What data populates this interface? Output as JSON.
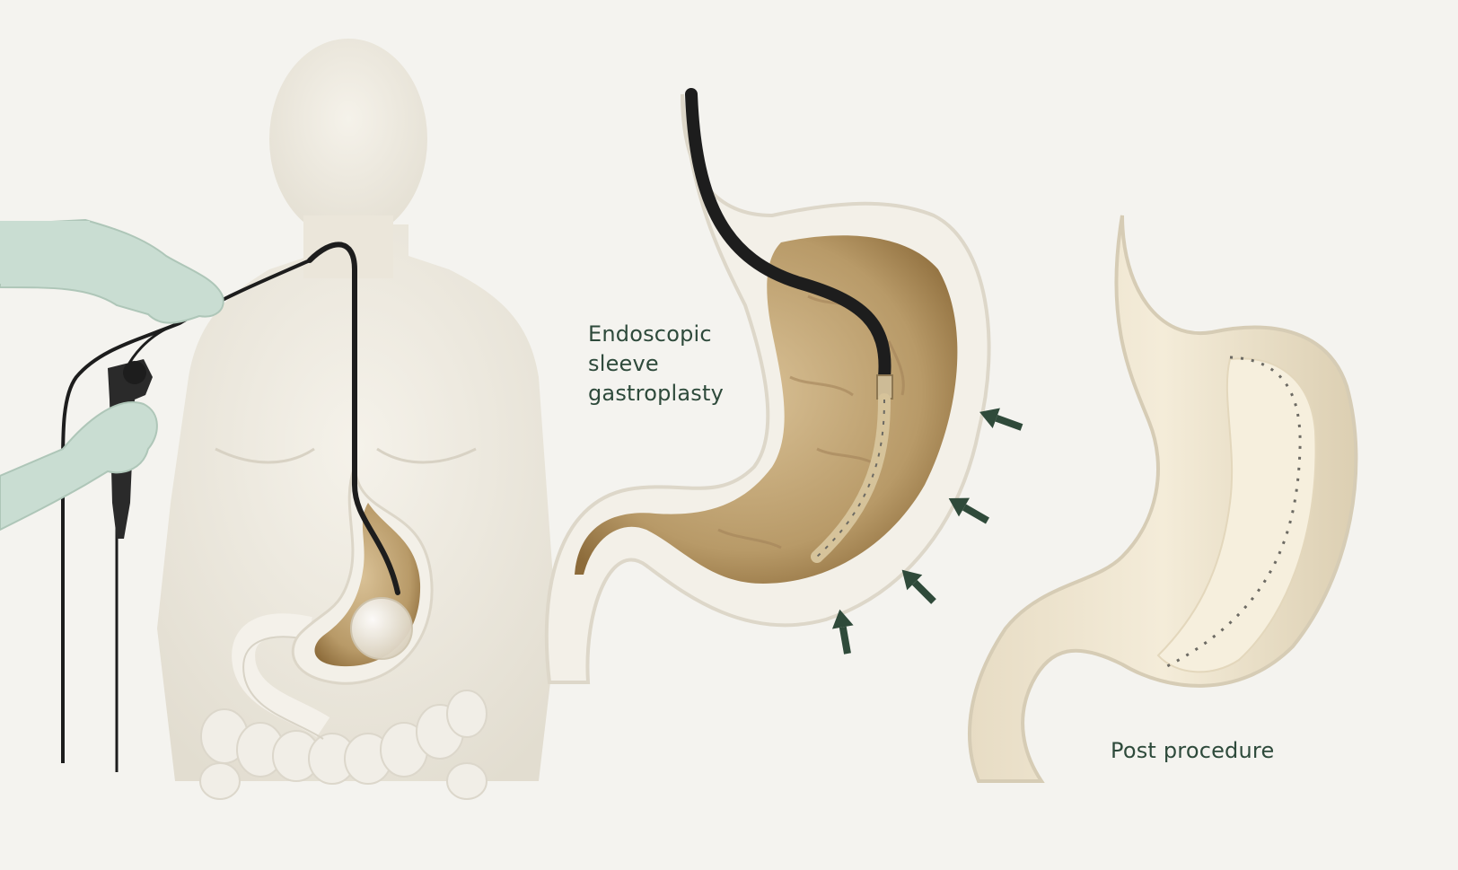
{
  "labels": {
    "procedure_lines": [
      "Endoscopic",
      "sleeve",
      "gastroplasty"
    ],
    "post_procedure": "Post procedure"
  },
  "colors": {
    "background": "#f4f3ef",
    "body": "#ece8de",
    "tissue_wall": "#f3f0e8",
    "stomach_interior": "#b89a68",
    "stomach_dark": "#8c6b3a",
    "endoscope": "#1d1d1d",
    "glove": "#c9ddd2",
    "arrow": "#2f4a3a",
    "label_text": "#2e4a3b",
    "sutures": "#6c6a63"
  },
  "icons": {
    "compression_arrows": "arrow-icon",
    "intragastric_balloon": "balloon-icon"
  }
}
